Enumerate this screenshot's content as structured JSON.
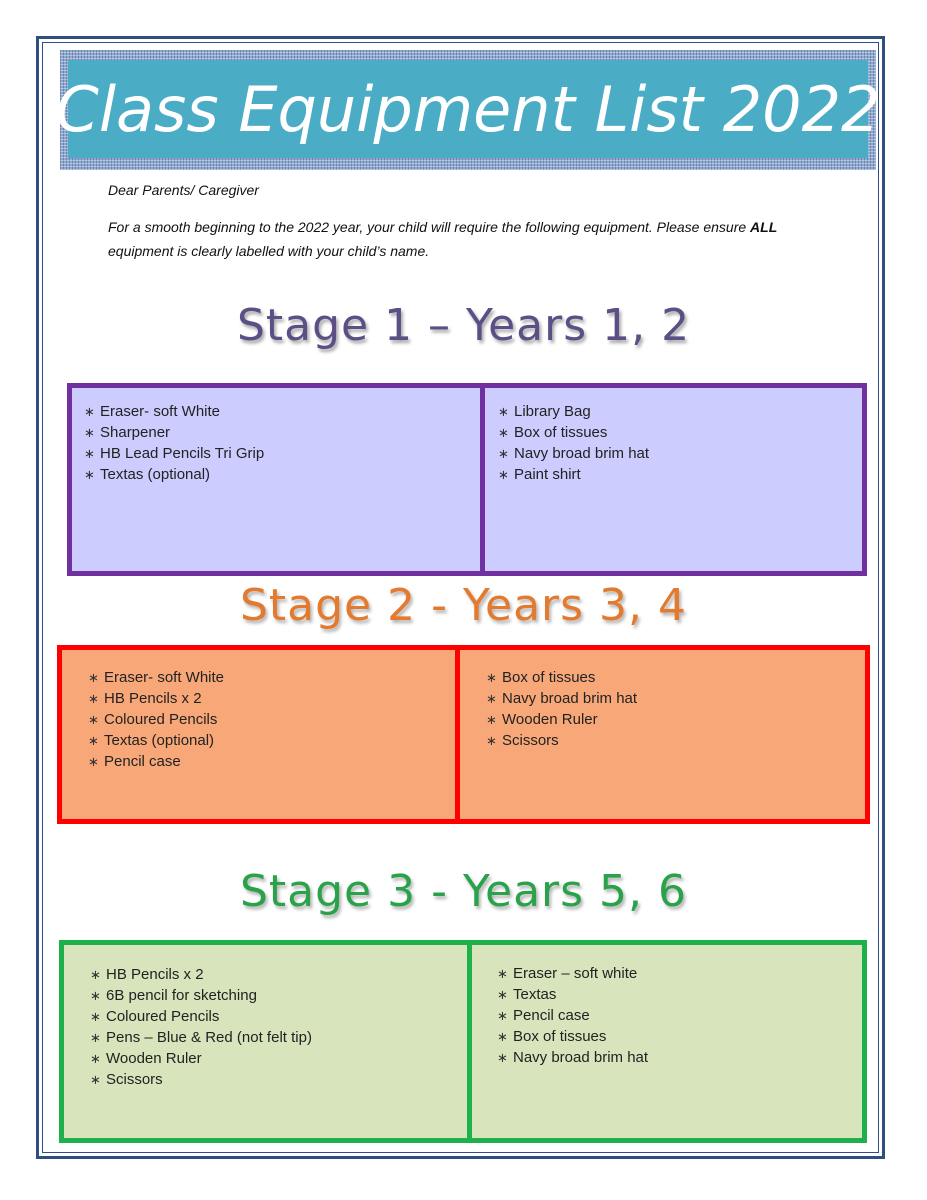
{
  "title": "Class Equipment List 2022",
  "letter": {
    "greeting": "Dear Parents/ Caregiver",
    "body_part1": "For a smooth beginning to the 2022 year, your child will require the following equipment. Please ensure ",
    "body_bold": "ALL",
    "body_part2": " equipment is clearly labelled with your child’s name."
  },
  "stages": [
    {
      "heading": "Stage 1 – Years 1, 2",
      "left_items": [
        "Eraser- soft White",
        "Sharpener",
        "HB Lead Pencils Tri Grip",
        "Textas (optional)"
      ],
      "right_items": [
        "Library Bag",
        "Box of tissues",
        "Navy broad brim hat",
        "Paint shirt"
      ]
    },
    {
      "heading": "Stage 2 - Years 3, 4",
      "left_items": [
        "Eraser- soft White",
        "HB Pencils x 2",
        "Coloured Pencils",
        "Textas (optional)",
        "Pencil case"
      ],
      "right_items": [
        "Box of tissues",
        "Navy broad brim hat",
        "Wooden Ruler",
        "Scissors"
      ]
    },
    {
      "heading": "Stage 3 - Years 5, 6",
      "left_items": [
        "HB Pencils x 2",
        "6B pencil for sketching",
        "Coloured Pencils",
        "Pens – Blue & Red (not felt tip)",
        "Wooden Ruler",
        "Scissors"
      ],
      "right_items": [
        "Eraser – soft white",
        "Textas",
        "Pencil case",
        "Box of tissues",
        "Navy broad brim hat"
      ]
    }
  ],
  "colors": {
    "title_bg": "#4bacc6",
    "stage1_border": "#7030a0",
    "stage1_fill": "#ccccff",
    "stage2_border": "#ff0000",
    "stage2_fill": "#f8a878",
    "stage3_border": "#1eb04a",
    "stage3_fill": "#d8e4bc"
  }
}
